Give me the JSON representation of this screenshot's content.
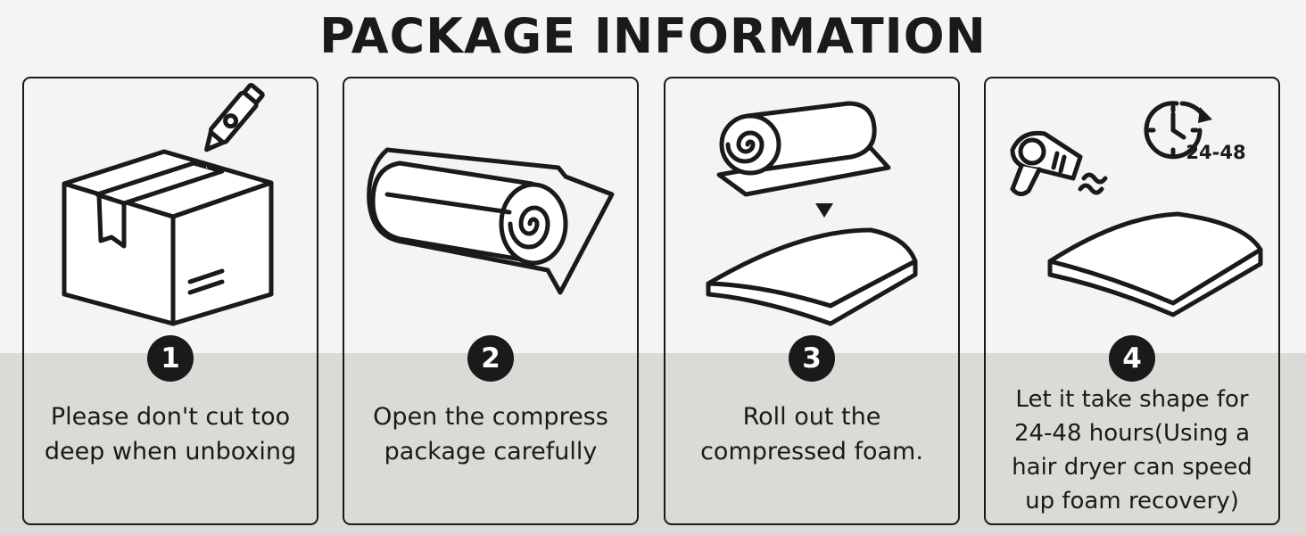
{
  "title": "PACKAGE INFORMATION",
  "steps": [
    {
      "number": "1",
      "icon": "cardboard-box-cutter-icon",
      "lines": [
        "Please don't cut too",
        "deep when unboxing"
      ]
    },
    {
      "number": "2",
      "icon": "rolled-foam-package-icon",
      "lines": [
        "Open the compress",
        "package carefully"
      ]
    },
    {
      "number": "3",
      "icon": "unroll-foam-icon",
      "lines": [
        "Roll out the",
        "compressed foam."
      ]
    },
    {
      "number": "4",
      "icon": "hair-dryer-clock-icon",
      "lines": [
        "Let it take shape for",
        "24-48 hours(Using a",
        "hair dryer can speed",
        "up foam recovery)"
      ],
      "clock_label": "24-48"
    }
  ]
}
